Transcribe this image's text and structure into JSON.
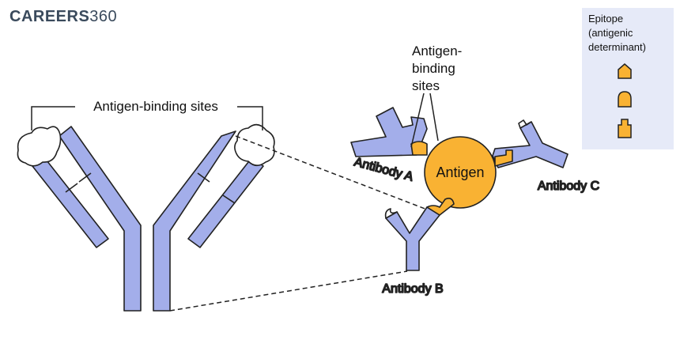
{
  "brand": {
    "name": "CAREERS",
    "number": "360"
  },
  "labels": {
    "left_sites": "Antigen-binding sites",
    "right_sites": [
      "Antigen-",
      "binding",
      "sites"
    ],
    "antigen": "Antigen",
    "antibody_a": "Antibody A",
    "antibody_b": "Antibody B",
    "antibody_c": "Antibody C"
  },
  "legend": {
    "title": [
      "Epitope",
      "(antigenic",
      "determinant)"
    ],
    "shapes": [
      "pentagon-epitope",
      "rounded-epitope",
      "notched-epitope"
    ]
  },
  "colors": {
    "antibody": "#A3AEEA",
    "antigen": "#F9B233",
    "outline": "#222222",
    "legend_bg": "#E6EAF8",
    "brand_text": "#3A4A5C"
  }
}
